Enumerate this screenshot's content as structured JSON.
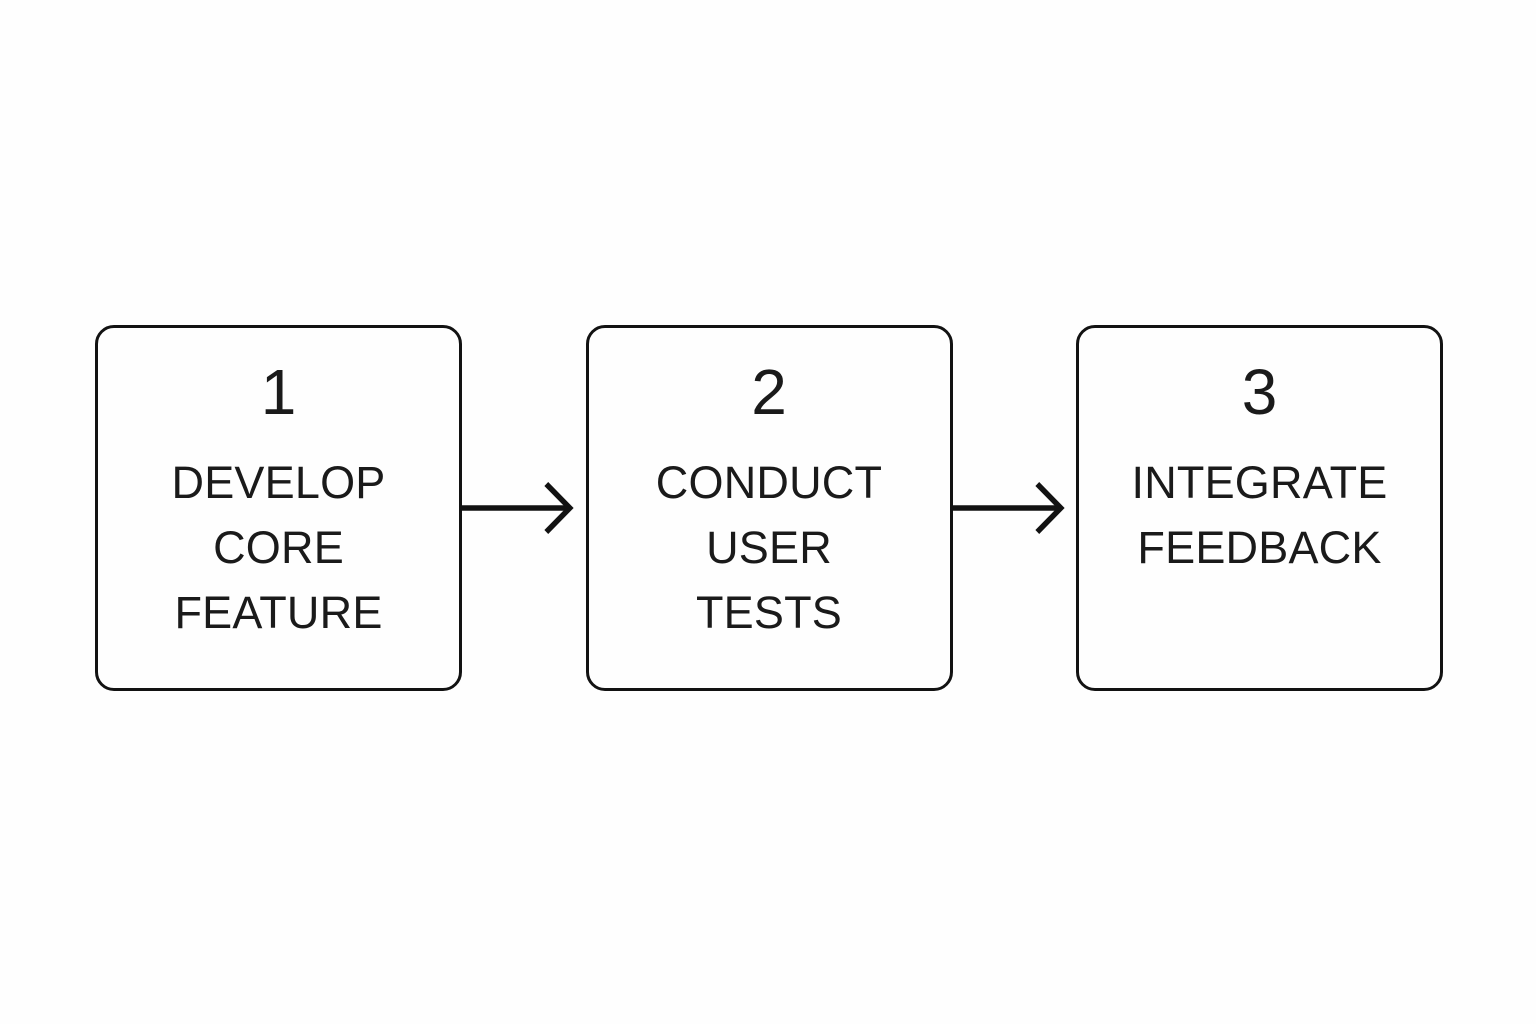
{
  "diagram": {
    "type": "linear-process-flow",
    "orientation": "horizontal",
    "background_color": "#fefefe",
    "line_color": "#121212",
    "text_color": "#1a1a1a",
    "step_count": 3,
    "connector_count": 2,
    "steps": [
      {
        "number": "1",
        "label_lines": [
          "DEVELOP",
          "CORE",
          "FEATURE"
        ],
        "label_text": "DEVELOP CORE FEATURE"
      },
      {
        "number": "2",
        "label_lines": [
          "CONDUCT",
          "USER",
          "TESTS"
        ],
        "label_text": "CONDUCT USER TESTS"
      },
      {
        "number": "3",
        "label_lines": [
          "INTEGRATE",
          "FEEDBACK"
        ],
        "label_text": "INTEGRATE FEEDBACK"
      }
    ],
    "connectors": [
      {
        "from": "1",
        "to": "2",
        "icon": "arrow-right-icon"
      },
      {
        "from": "2",
        "to": "3",
        "icon": "arrow-right-icon"
      }
    ]
  }
}
